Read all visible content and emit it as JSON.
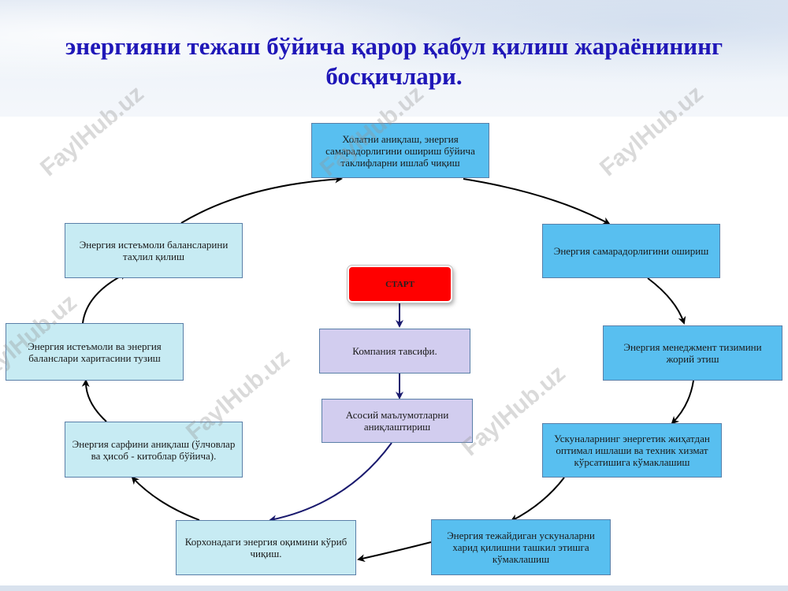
{
  "title": "энергияни тежаш бўйича қарор қабул қилиш жараёнининг босқичлари.",
  "start_label": "СТАРТ",
  "center_steps": [
    "Компания тавсифи.",
    "Асосий маълумотларни аниқлаштириш"
  ],
  "cycle_steps": [
    "Холатни аниқлаш, энергия самарадорлигини ошириш бўйича таклифларни ишлаб чиқиш",
    "Энергия самарадорлигини ошириш",
    "Энергия менеджмент тизимини жорий этиш",
    "Ускуналарнинг энергетик жиҳатдан оптимал ишлаши ва техник хизмат кўрсатишига кўмаклашиш",
    "Энергия тежайдиган ускуналарни харид қилишни ташкил этишга кўмаклашиш",
    "Корхонадаги энергия оқимини кўриб чиқиш.",
    "Энергия сарфини аниқлаш (ўлчовлар ва ҳисоб - китоблар бўйича).",
    "Энергия истеъмоли ва энергия баланслари харитасини тузиш",
    "Энергия истеъмоли балансларини таҳлил қилиш"
  ],
  "watermark": "FaylHub.uz",
  "colors": {
    "title": "#1f17b8",
    "start_fill": "#ff0000",
    "right_boxes": "#58bff0",
    "left_boxes": "#c7ebf3",
    "center_boxes": "#d2cdef",
    "arrows": "#000000",
    "center_arrows": "#1a1a6e"
  }
}
